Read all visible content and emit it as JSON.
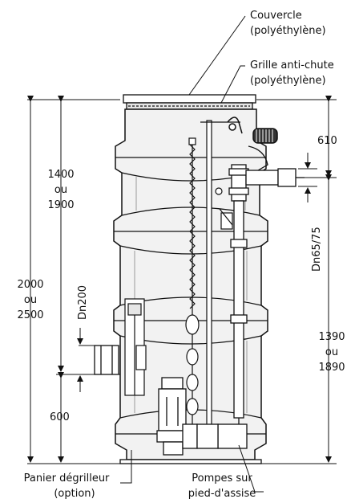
{
  "labels": {
    "couvercle": "Couvercle",
    "couvercle_material": "(polyéthylène)",
    "grille": "Grille anti-chute",
    "grille_material": "(polyéthylène)",
    "panier": "Panier dégrilleur",
    "panier_option": "(option)",
    "pompes": "Pompes sur",
    "pompes_detail": "pied-d'assise"
  },
  "dimensions": {
    "d1400": "1400",
    "ou_a": "ou",
    "d1900": "1900",
    "d2000": "2000",
    "ou_b": "ou",
    "d2500": "2500",
    "d600": "600",
    "d610": "610",
    "dn6575": "Dn65/75",
    "dn200": "Dn200",
    "d1390": "1390",
    "ou_c": "ou",
    "d1890": "1890"
  },
  "colors": {
    "line": "#111111",
    "tank_fill": "#f2f2f2",
    "shade": "#9a9a9a"
  }
}
